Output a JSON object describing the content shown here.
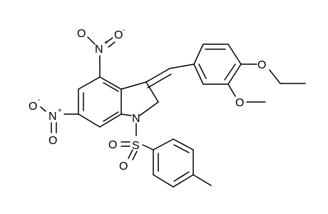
{
  "atoms": {
    "n_ring": "N",
    "s_sulfonyl": "S",
    "o_s_left": "O",
    "o_s_down": "O",
    "n_nitro_top": "N",
    "n_nitro_top_plus": "+",
    "o_nitro_top_right": "O",
    "o_nitro_top_right_minus": "-",
    "o_nitro_top_left": "O",
    "n_nitro_left": "N",
    "n_nitro_left_plus": "+",
    "o_nitro_left_top": "O",
    "o_nitro_left_top_minus": "-",
    "o_nitro_left_bottom": "O",
    "o_ethoxy": "O",
    "o_methoxy": "O"
  }
}
